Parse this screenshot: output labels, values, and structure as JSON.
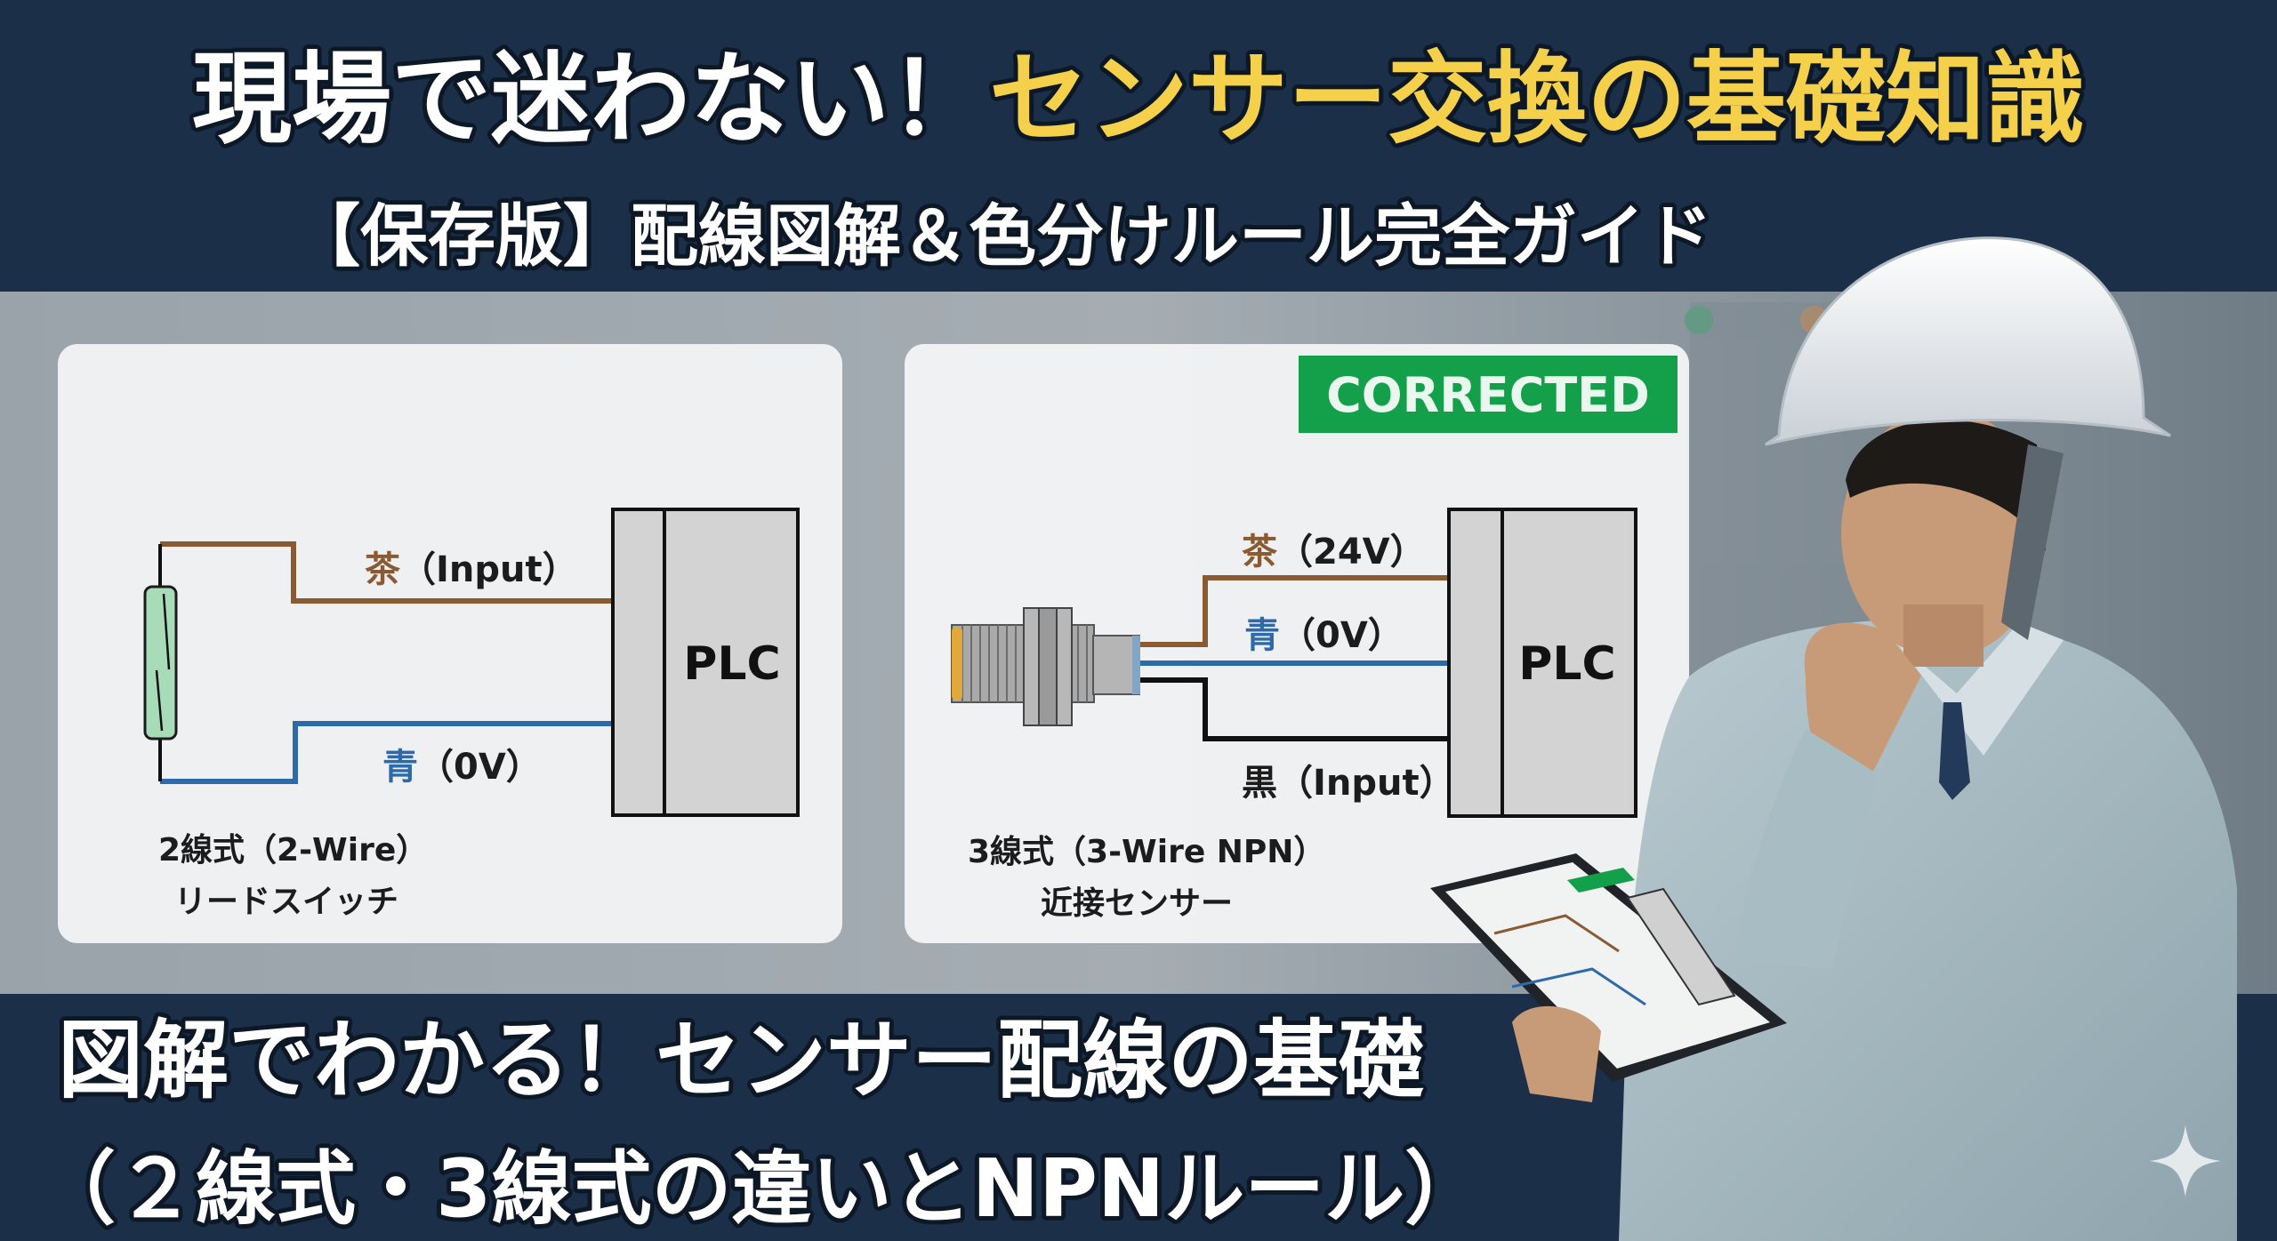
{
  "header": {
    "title_white": "現場で迷わない！",
    "title_yellow": "センサー交換の基礎知識",
    "subtitle": "【保存版】配線図解＆色分けルール完全ガイド"
  },
  "diagram_2wire": {
    "brown_color": "茶",
    "brown_label": "（Input）",
    "blue_color": "青",
    "blue_label": "（0V）",
    "plc": "PLC",
    "caption_line1": "2線式（2-Wire）",
    "caption_line2": "リードスイッチ"
  },
  "diagram_3wire": {
    "badge": "CORRECTED",
    "brown_color": "茶",
    "brown_label": "（24V）",
    "blue_color": "青",
    "blue_label": "（0V）",
    "black_color": "黒",
    "black_label": "（Input）",
    "plc": "PLC",
    "caption_line1": "3線式（3-Wire NPN）",
    "caption_line2": "近接センサー"
  },
  "footer": {
    "line1": "図解でわかる！センサー配線の基礎",
    "line2": "（２線式・3線式の違いとNPNルール）"
  },
  "colors": {
    "navy": "#1b2f48",
    "yellow": "#f5d04a",
    "brown_wire": "#8a5a32",
    "blue_wire": "#2f6aa8",
    "badge_green": "#14a04a"
  }
}
